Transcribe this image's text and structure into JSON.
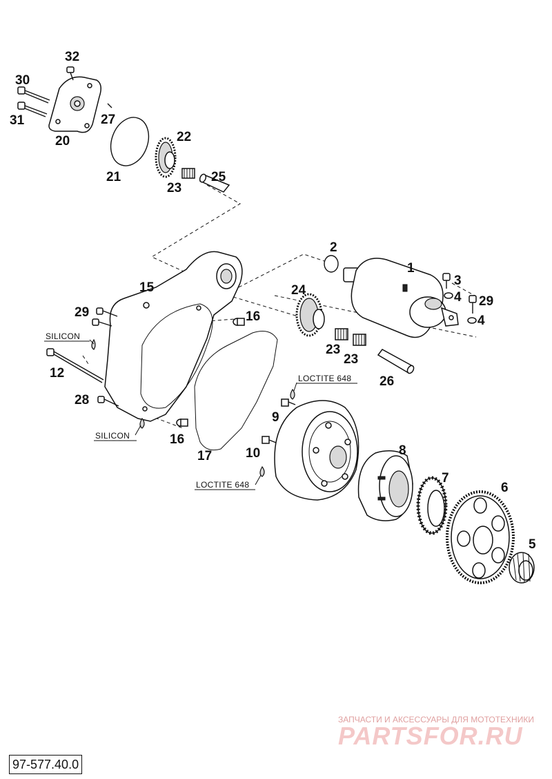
{
  "labels": {
    "p1": "1",
    "p2": "2",
    "p3": "3",
    "p4a": "4",
    "p4b": "4",
    "p5": "5",
    "p6": "6",
    "p7": "7",
    "p8": "8",
    "p9": "9",
    "p10": "10",
    "p12": "12",
    "p15": "15",
    "p16a": "16",
    "p16b": "16",
    "p17": "17",
    "p20": "20",
    "p21": "21",
    "p22": "22",
    "p23a": "23",
    "p23b": "23",
    "p23c": "23",
    "p24": "24",
    "p25": "25",
    "p26": "26",
    "p27": "27",
    "p28": "28",
    "p29a": "29",
    "p29b": "29",
    "p30": "30",
    "p31": "31",
    "p32": "32"
  },
  "notes": {
    "silicon_top": "SILICON",
    "silicon_bottom": "SILICON",
    "loctite_top": "LOCTITE 648",
    "loctite_bottom": "LOCTITE 648"
  },
  "watermark": {
    "tagline": "ЗАПЧАСТИ И АКСЕССУАРЫ ДЛЯ МОТОТЕХНИКИ",
    "brand": "PARTSFOR.RU"
  },
  "drawing_code": "97-577.40.0"
}
